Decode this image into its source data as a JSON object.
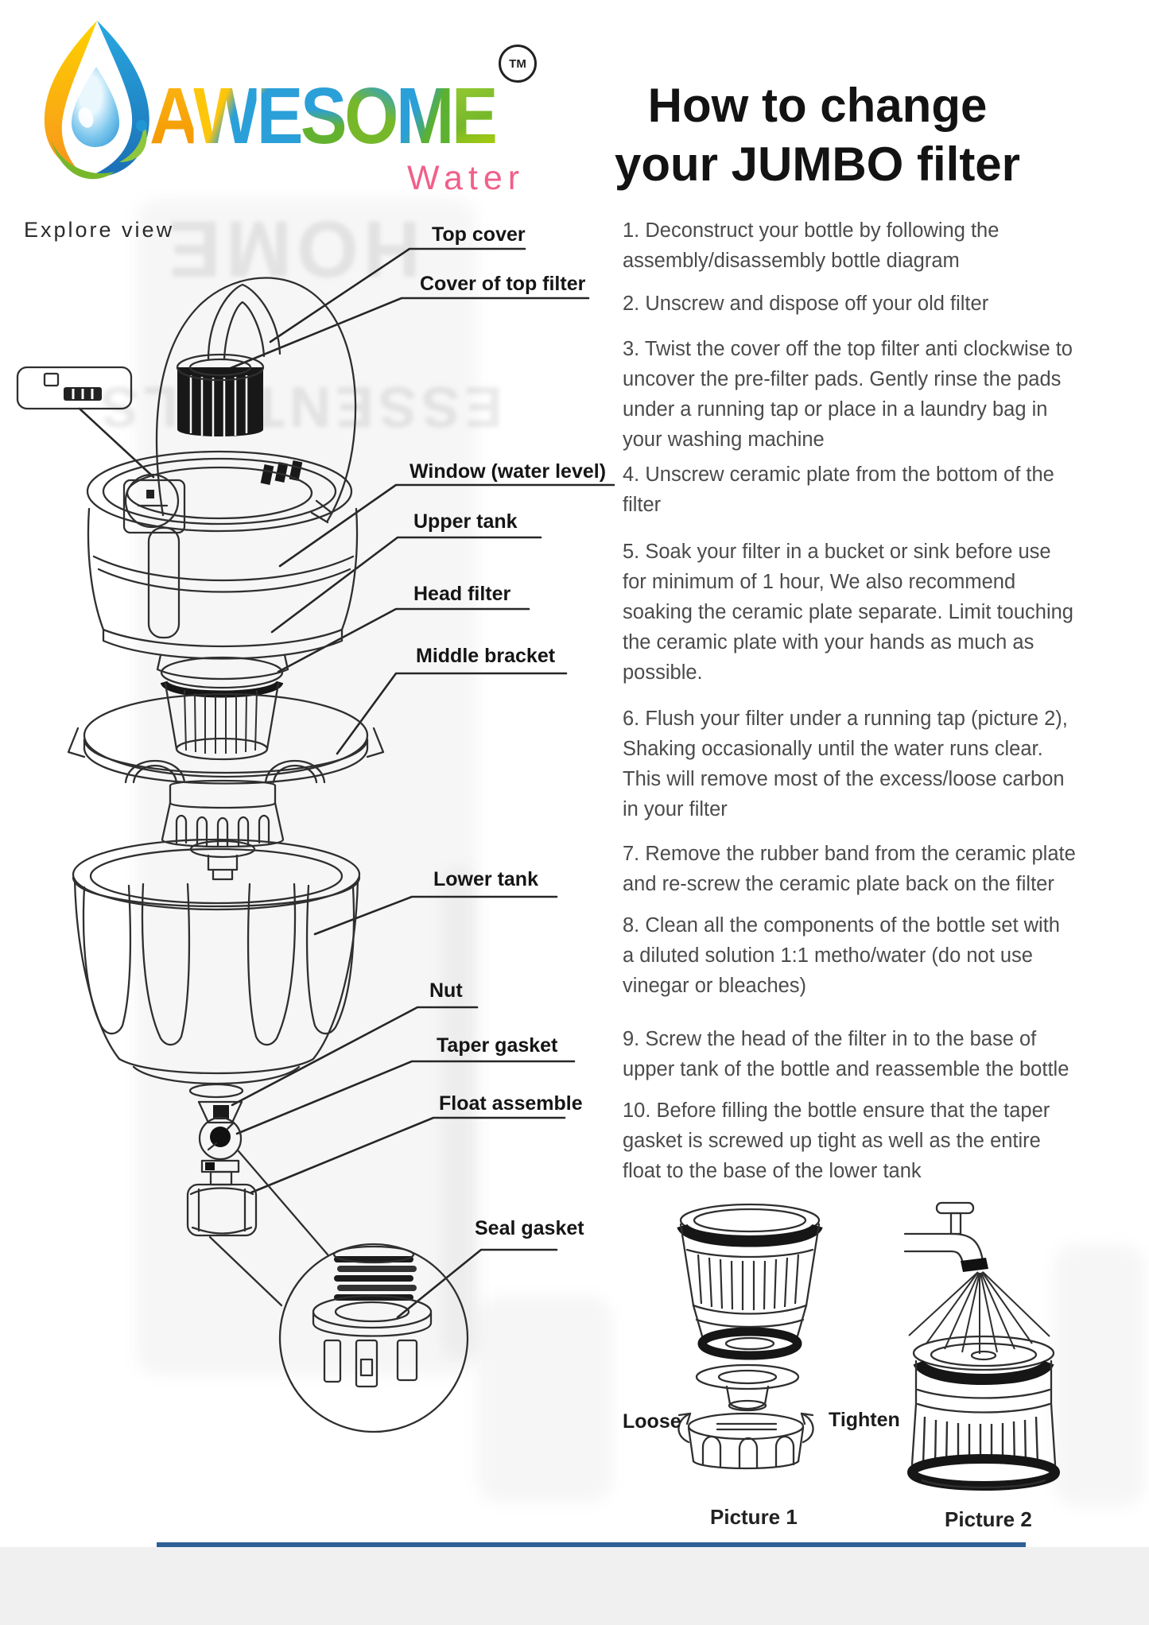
{
  "brand": {
    "name": "AWESOME",
    "letters": [
      "A",
      "W",
      "E",
      "S",
      "O",
      "M",
      "E"
    ],
    "sub": "Water",
    "tm": "TM"
  },
  "title": {
    "line1": "How to change",
    "line2": "your JUMBO filter"
  },
  "diagram": {
    "heading": "Explore view",
    "labels": [
      {
        "text": "Top cover"
      },
      {
        "text": "Cover of top filter"
      },
      {
        "text": "Window (water level)"
      },
      {
        "text": "Upper tank"
      },
      {
        "text": "Head filter"
      },
      {
        "text": "Middle bracket"
      },
      {
        "text": "Lower tank"
      },
      {
        "text": "Nut"
      },
      {
        "text": "Taper gasket"
      },
      {
        "text": "Float assemble"
      },
      {
        "text": "Seal gasket"
      }
    ],
    "watermark_ghosts": [
      "HOME",
      "ESSENTIALS"
    ]
  },
  "instructions": [
    "1. Deconstruct your bottle by following the\nassembly/disassembly bottle diagram",
    "2. Unscrew and dispose off your old filter",
    "3. Twist the cover off the top filter anti clockwise to\nuncover the pre-filter pads. Gently rinse the pads\nunder a running tap or place in a laundry bag in\nyour washing machine",
    "4. Unscrew ceramic plate from the bottom of the\nfilter",
    "5. Soak your filter in a bucket or sink before use\nfor minimum of 1 hour, We also recommend\nsoaking the ceramic plate separate. Limit touching\nthe ceramic plate with your hands as much as\npossible.",
    "6. Flush your filter under a running tap (picture 2),\nShaking occasionally until the water runs clear.\nThis will remove most of the excess/loose carbon\nin your filter",
    "7. Remove the rubber band from the ceramic plate\nand re-screw the ceramic plate back on the filter",
    "8. Clean all the components of the bottle set with\na diluted solution 1:1 metho/water (do not use\nvinegar or bleaches)",
    "9. Screw the head of the filter in to the base of\nupper tank of the bottle and reassemble the bottle",
    "10. Before filling the bottle ensure that the taper\ngasket is screwed up tight as well as the entire\nfloat to the base of the lower tank"
  ],
  "figures": {
    "picture1": {
      "caption": "Picture 1",
      "loose": "Loose",
      "tighten": "Tighten"
    },
    "picture2": {
      "caption": "Picture 2"
    }
  },
  "colors": {
    "accent_line": "#2e6096",
    "brand_pink": "#f0608a",
    "ink": "#2f2f2f",
    "body_text": "#4b4b4b"
  }
}
